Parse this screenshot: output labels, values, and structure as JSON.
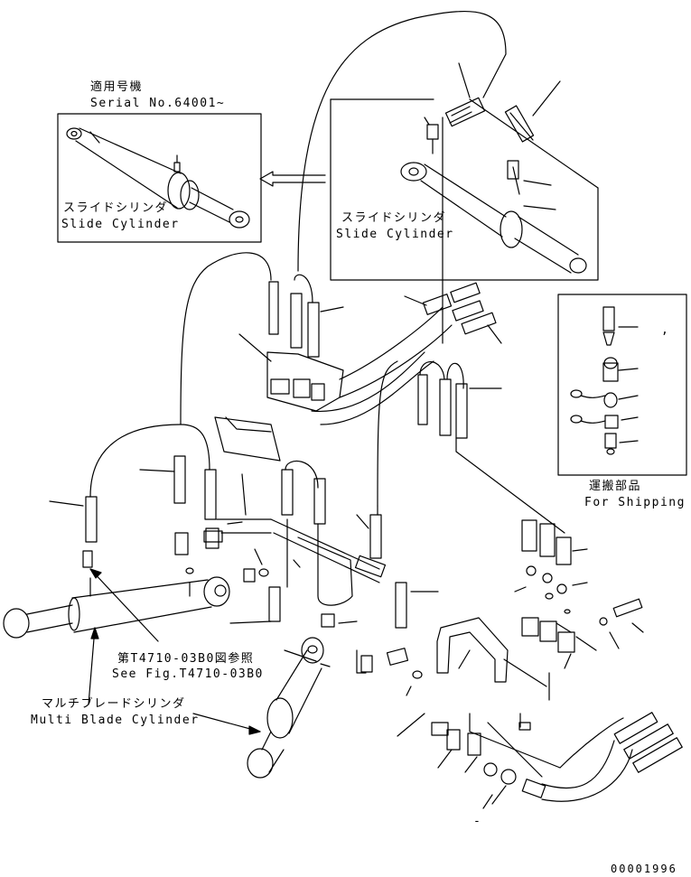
{
  "inset_serial": {
    "applicable_jp": "適用号機",
    "serial": "Serial No.64001~",
    "label_jp": "スライドシリンダ",
    "label_en": "Slide Cylinder"
  },
  "main_slide": {
    "label_jp": "スライドシリンダ",
    "label_en": "Slide Cylinder"
  },
  "shipping": {
    "label_jp": "運搬部品",
    "label_en": "For Shipping",
    "comma": ","
  },
  "ref": {
    "label_jp": "第T4710-03B0図参照",
    "label_en": "See Fig.T4710-03B0"
  },
  "multi": {
    "label_jp": "マルチブレードシリンダ",
    "label_en": "Multi Blade Cylinder"
  },
  "drawing_no": "00001996",
  "dash_mark": "-",
  "colors": {
    "ink": "#000000",
    "paper": "#ffffff"
  }
}
